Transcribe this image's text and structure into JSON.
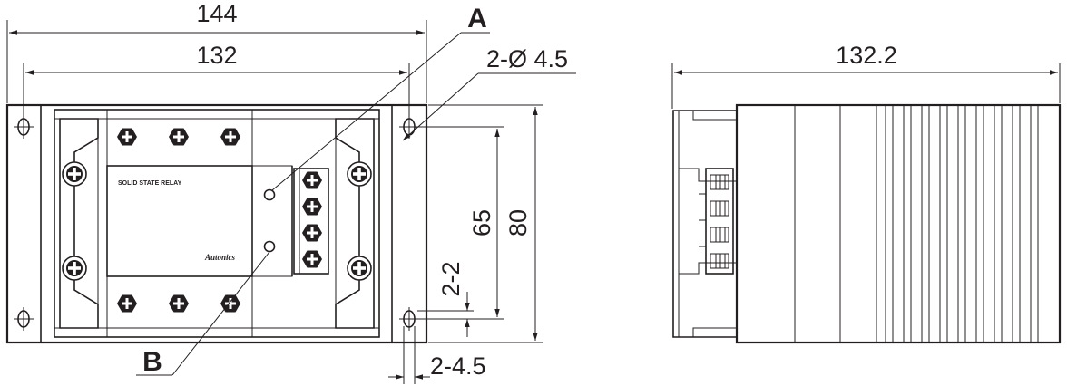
{
  "front_view": {
    "dim_overall_width": "144",
    "dim_mount_pitch": "132",
    "dim_hole_spec": "2-Ø 4.5",
    "dim_hole_pitch_vertical": "65",
    "dim_overall_height": "80",
    "dim_slot_width": "2-2",
    "dim_slot_length": "2-4.5",
    "callout_a": "A",
    "callout_b": "B",
    "nameplate_text": "SOLID STATE RELAY",
    "brand_text": "Autonics"
  },
  "side_view": {
    "dim_depth": "132.2"
  }
}
